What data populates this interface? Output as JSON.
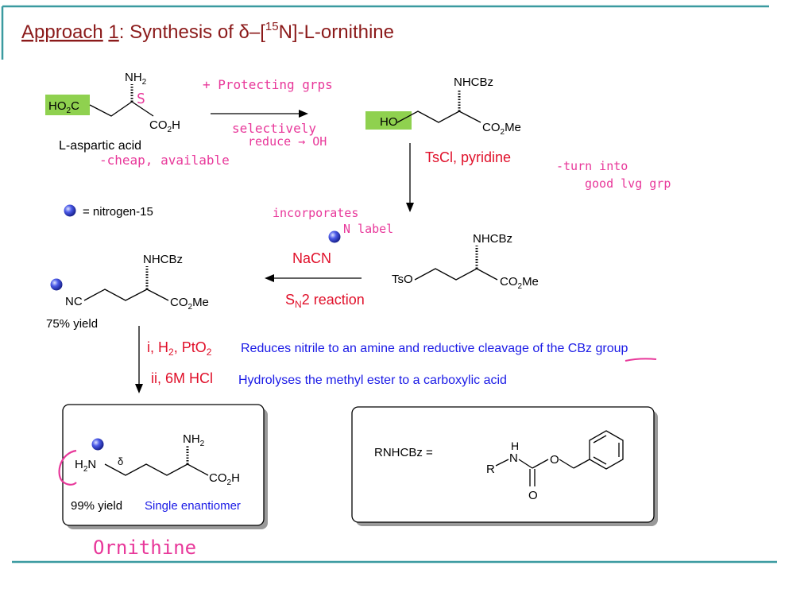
{
  "title": {
    "approach": "Approach",
    "number": "1",
    "text": ": Synthesis of  δ–[",
    "isotope": "15",
    "tail": "N]-L-ornithine"
  },
  "structures": {
    "aspartic": {
      "nh2": "NH",
      "nh2_sub": "2",
      "ho2c": "HO",
      "ho2c_sub": "2",
      "ho2c_tail": "C",
      "co2h": "CO",
      "co2h_sub": "2",
      "co2h_tail": "H",
      "name": "L-aspartic acid"
    },
    "alcohol": {
      "ho": "HO",
      "nhcbz": "NHCBz",
      "ester": "CO",
      "ester_sub": "2",
      "ester_tail": "Me"
    },
    "tosylate": {
      "tso": "TsO",
      "nhcbz": "NHCBz",
      "ester": "CO",
      "ester_sub": "2",
      "ester_tail": "Me"
    },
    "nitrile": {
      "nc": "NC",
      "nhcbz": "NHCBz",
      "ester": "CO",
      "ester_sub": "2",
      "ester_tail": "Me",
      "yield": "75% yield"
    },
    "ornithine": {
      "nh2": "NH",
      "nh2_sub": "2",
      "h2n_h": "H",
      "h2n_sub": "2",
      "h2n_n": "N",
      "delta": "δ",
      "co2h": "CO",
      "co2h_sub": "2",
      "co2h_tail": "H",
      "yield": "99% yield",
      "enantiomer": "Single enantiomer"
    },
    "cbz_def": {
      "label": "RNHCBz =",
      "h": "H",
      "n": "N",
      "r": "R",
      "o_ester": "O",
      "o_carbonyl": "O"
    }
  },
  "legend": {
    "text": "= nitrogen-15"
  },
  "reagents": {
    "tscl": "TsCl, pyridine",
    "nacn": "NaCN",
    "sn2_s": "S",
    "sn2_sub": "N",
    "sn2_tail": "2 reaction",
    "step_i": "i, H",
    "step_i_sub": "2",
    "step_i_tail": ", PtO",
    "step_i_sub2": "2",
    "step_ii": "ii, 6M HCl",
    "note_i": "Reduces nitrile to an amine and reductive cleavage of the CBz group",
    "note_ii": "Hydrolyses the methyl ester to a carboxylic acid"
  },
  "annotations": {
    "s_label": "S",
    "protect": "+ Protecting grps",
    "selectively": "selectively",
    "reduce": "reduce → OH",
    "cheap": "-cheap, available",
    "turn_into": "-turn into",
    "good_lvg": "good lvg grp",
    "incorporates": "incorporates",
    "n_label": "N label",
    "ornithine": "Ornithine"
  },
  "colors": {
    "teal_rule": "#3a9aa0",
    "title_red": "#8b1a1a",
    "reagent_red": "#e0102a",
    "note_blue": "#1a1ae6",
    "pink": "#e8389a",
    "highlight_green": "#8fd14f",
    "atom_blue": "#2d3ed6"
  }
}
